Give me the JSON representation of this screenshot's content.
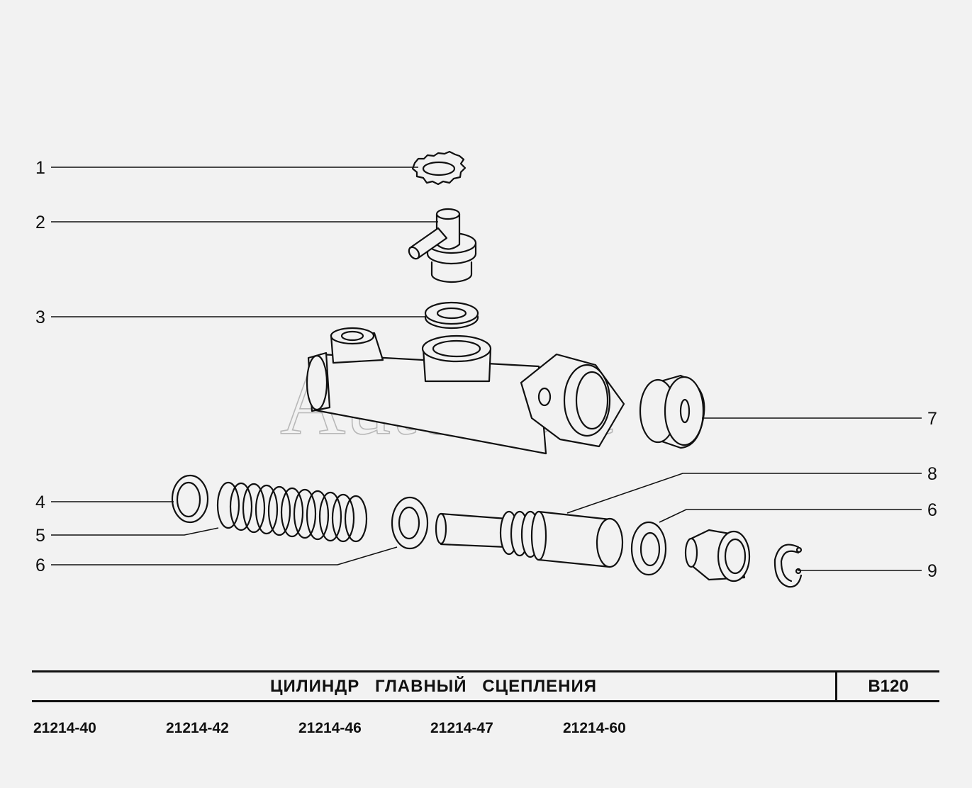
{
  "watermark": "AutoSoft",
  "callouts": [
    "1",
    "2",
    "3",
    "7",
    "8",
    "4",
    "5",
    "6",
    "6",
    "9"
  ],
  "title": "ЦИЛИНДР ГЛАВНЫЙ СЦЕПЛЕНИЯ",
  "sheet_code": "B120",
  "models": [
    "21214-40",
    "21214-42",
    "21214-46",
    "21214-47",
    "21214-60"
  ]
}
